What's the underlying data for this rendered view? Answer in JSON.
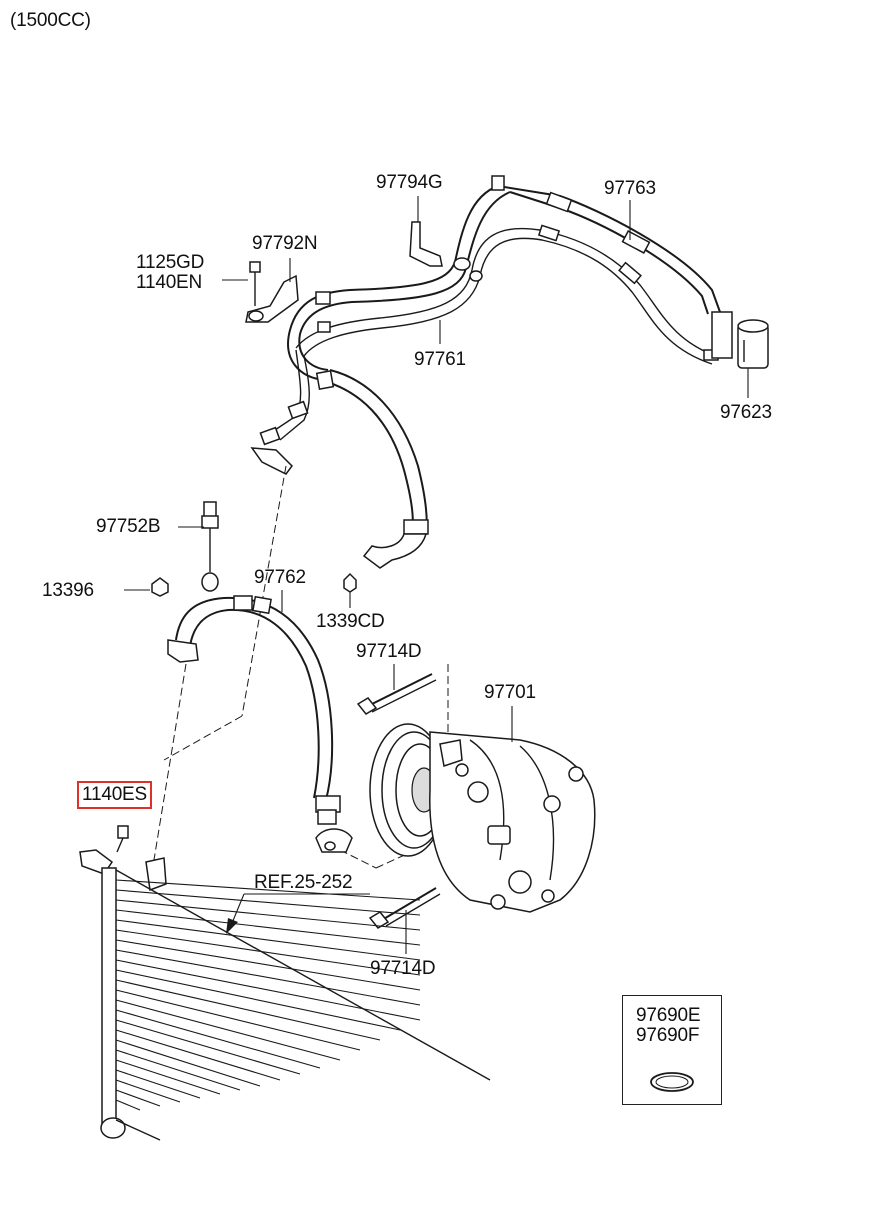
{
  "header": {
    "engine_note": "(1500CC)"
  },
  "parts": {
    "p97794g": "97794G",
    "p97763": "97763",
    "p1125gd": "1125GD",
    "p1140en": "1140EN",
    "p97792n": "97792N",
    "p97761": "97761",
    "p97623": "97623",
    "p97752b": "97752B",
    "p13396": "13396",
    "p97762": "97762",
    "p1339cd": "1339CD",
    "p97714d_top": "97714D",
    "p97701": "97701",
    "p1140es": "1140ES",
    "ref": "REF.25-252",
    "p97714d_bottom": "97714D",
    "kit_e": "97690E",
    "kit_f": "97690F"
  },
  "highlight_color": "#e0302a"
}
